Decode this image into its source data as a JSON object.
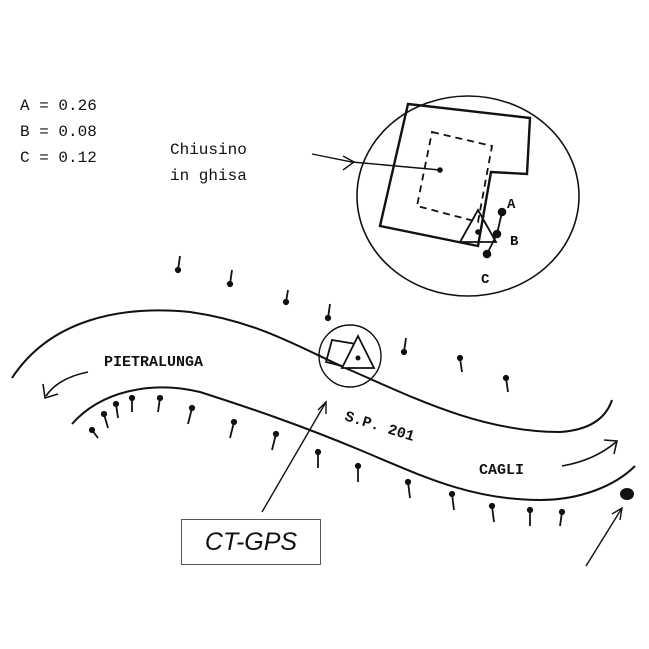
{
  "legend": [
    {
      "key": "A",
      "text": "A = 0.26"
    },
    {
      "key": "B",
      "text": "B = 0.08"
    },
    {
      "key": "C",
      "text": "C = 0.12"
    }
  ],
  "manhole": {
    "line1": "Chiusino",
    "line2": "in ghisa"
  },
  "points": {
    "a": "A",
    "b": "B",
    "c": "C"
  },
  "road": {
    "west_destination": "PIETRALUNGA",
    "road_name": "S.P. 201",
    "east_destination": "CAGLI"
  },
  "marker_label": "CT-GPS"
}
